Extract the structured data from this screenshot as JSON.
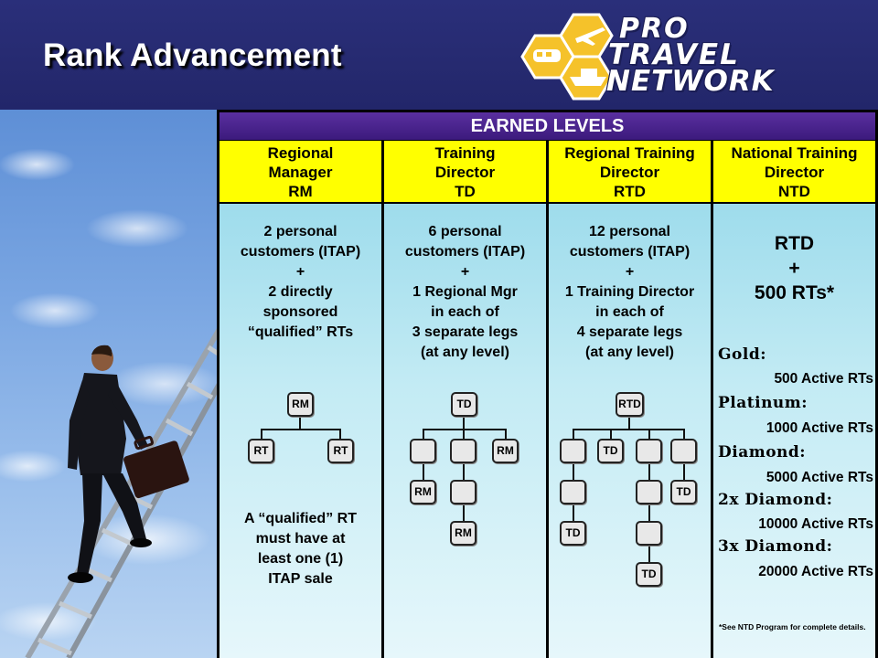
{
  "slide": {
    "title": "Rank Advancement"
  },
  "logo": {
    "line1": "PRO",
    "line2": "TRAVEL",
    "line3": "NETWORK"
  },
  "table": {
    "banner": "EARNED LEVELS",
    "columns": [
      {
        "header": [
          "Regional",
          "Manager",
          "RM"
        ],
        "requirements": [
          "2 personal",
          "customers (ITAP)",
          "+",
          "2 directly",
          "sponsored",
          "“qualified” RTs"
        ],
        "note": [
          "A “qualified” RT",
          "must have at",
          "least one (1)",
          "ITAP sale"
        ],
        "nodes": {
          "root": "RM",
          "a": "RT",
          "b": "RT"
        }
      },
      {
        "header": [
          "Training",
          "Director",
          "TD"
        ],
        "requirements": [
          "6 personal",
          "customers (ITAP)",
          "+",
          "1 Regional Mgr",
          "in each of",
          "3 separate legs",
          "(at any level)"
        ],
        "nodes": {
          "root": "TD",
          "c": "RM",
          "l1": "RM",
          "l2": "RM"
        }
      },
      {
        "header": [
          "Regional Training",
          "Director",
          "RTD"
        ],
        "requirements": [
          "12 personal",
          "customers (ITAP)",
          "+",
          "1 Training Director",
          "in each of",
          "4 separate legs",
          "(at any level)"
        ],
        "nodes": {
          "root": "RTD",
          "b": "TD",
          "l1": "TD",
          "l2": "TD",
          "l3": "TD"
        }
      },
      {
        "header": [
          "National Training",
          "Director",
          "NTD"
        ],
        "requirements": [
          "RTD",
          "+",
          "500 RTs*"
        ],
        "tiers": [
          {
            "name": "Gold:",
            "value": "500 Active RTs"
          },
          {
            "name": "Platinum:",
            "value": "1000 Active RTs"
          },
          {
            "name": "Diamond:",
            "value": "5000 Active RTs"
          },
          {
            "name": "2x Diamond:",
            "value": "10000 Active RTs"
          },
          {
            "name": "3x Diamond:",
            "value": "20000 Active RTs"
          }
        ],
        "footnote": "*See NTD Program for complete details."
      }
    ]
  }
}
